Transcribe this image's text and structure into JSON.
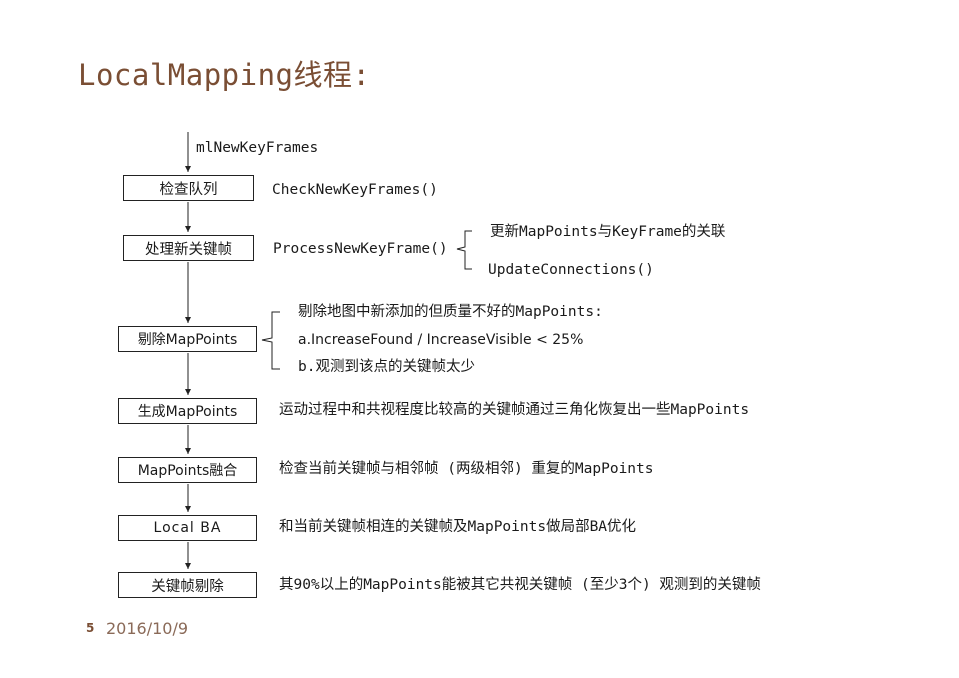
{
  "title": "LocalMapping线程:",
  "input_label": "mlNewKeyFrames",
  "steps": [
    {
      "label": "检查队列",
      "desc": "CheckNewKeyFrames()"
    },
    {
      "label": "处理新关键帧",
      "desc": "ProcessNewKeyFrame()",
      "sub": [
        "更新MapPoints与KeyFrame的关联",
        "UpdateConnections()"
      ]
    },
    {
      "label": "剔除MapPoints",
      "sub": [
        "剔除地图中新添加的但质量不好的MapPoints:",
        "a.IncreaseFound / IncreaseVisible < 25%",
        "b.观测到该点的关键帧太少"
      ]
    },
    {
      "label": "生成MapPoints",
      "desc": "运动过程中和共视程度比较高的关键帧通过三角化恢复出一些MapPoints"
    },
    {
      "label": "MapPoints融合",
      "desc": "检查当前关键帧与相邻帧 (两级相邻) 重复的MapPoints"
    },
    {
      "label": "Local BA",
      "desc": "和当前关键帧相连的关键帧及MapPoints做局部BA优化"
    },
    {
      "label": "关键帧剔除",
      "desc": "其90%以上的MapPoints能被其它共视关键帧 (至少3个) 观测到的关键帧"
    }
  ],
  "footer": {
    "page": "5",
    "date": "2016/10/9"
  }
}
